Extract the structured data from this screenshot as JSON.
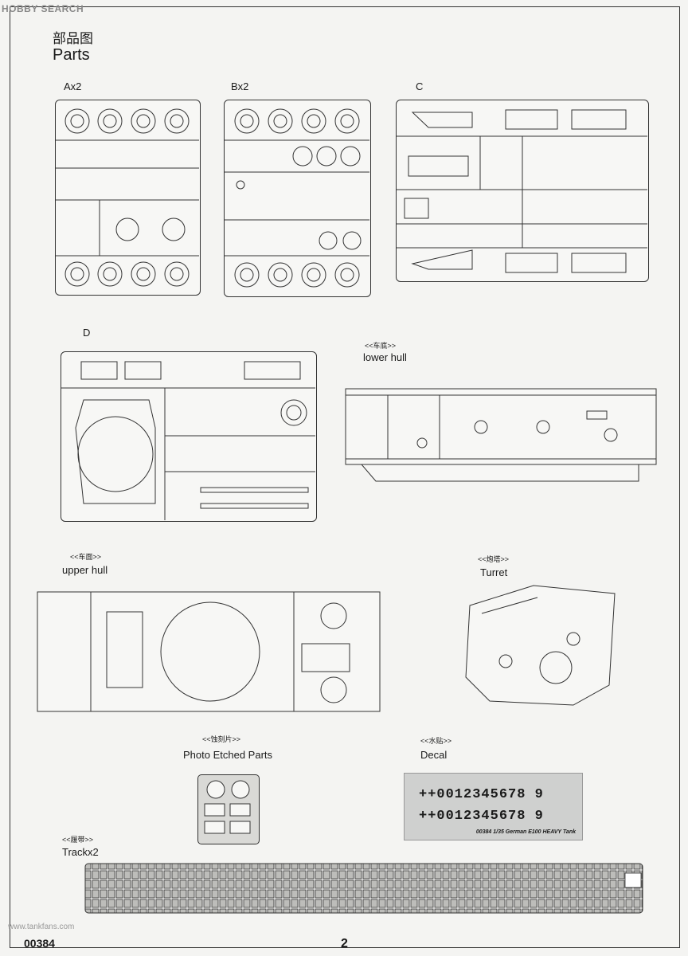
{
  "watermark": "HOBBY SEARCH",
  "header": {
    "title_cn": "部品图",
    "title_en": "Parts"
  },
  "sprues": {
    "a_label": "Ax2",
    "b_label": "Bx2",
    "c_label": "C",
    "d_label": "D"
  },
  "lower_hull": {
    "cn": "<<车底>>",
    "en": "lower hull"
  },
  "upper_hull": {
    "cn": "<<车面>>",
    "en": "upper hull"
  },
  "turret": {
    "cn": "<<炮塔>>",
    "en": "Turret"
  },
  "photo_etched": {
    "cn": "<<蚀刻片>>",
    "en": "Photo Etched Parts"
  },
  "decal": {
    "cn": "<<水贴>>",
    "en": "Decal",
    "row1": "++0012345678 9",
    "row2": "++0012345678 9",
    "caption": "00384 1/35 German E100 HEAVY Tank"
  },
  "track": {
    "cn": "<<履带>>",
    "en": "Trackx2"
  },
  "footer": {
    "code": "00384",
    "page": "2",
    "site": "www.tankfans.com"
  }
}
